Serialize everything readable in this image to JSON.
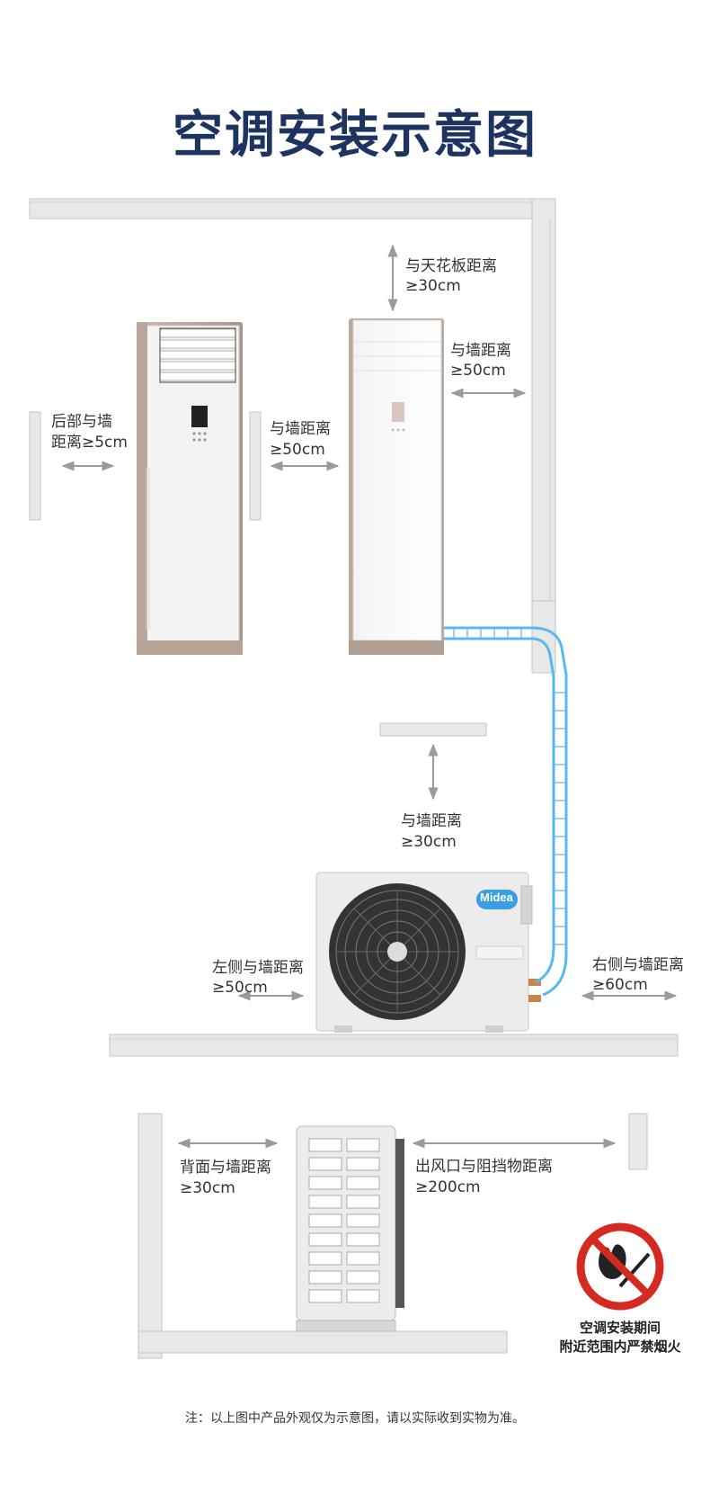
{
  "title": "空调安装示意图",
  "indoor": {
    "back_wall_line1": "后部与墙",
    "back_wall_line2": "距离≥5cm",
    "side_wall_line1": "与墙距离",
    "side_wall_line2": "≥50cm",
    "ceiling_line1": "与天花板距离",
    "ceiling_line2": "≥30cm",
    "right_wall_line1": "与墙距离",
    "right_wall_line2": "≥50cm"
  },
  "outdoor": {
    "brand": "Midea",
    "top_wall_line1": "与墙距离",
    "top_wall_line2": "≥30cm",
    "left_line1": "左侧与墙距离",
    "left_line2": "≥50cm",
    "right_line1": "右侧与墙距离",
    "right_line2": "≥60cm"
  },
  "side_view": {
    "back_line1": "背面与墙距离",
    "back_line2": "≥30cm",
    "outlet_line1": "出风口与阻挡物距离",
    "outlet_line2": "≥200cm"
  },
  "warning": {
    "line1": "空调安装期间",
    "line2": "附近范围内严禁烟火"
  },
  "note": "注：以上图中产品外观仅为示意图，请以实际收到实物为准。",
  "colors": {
    "title": "#1d3461",
    "pipe": "#5ab8ee",
    "no_fire_red": "#d42a22",
    "arrow": "#999999"
  }
}
